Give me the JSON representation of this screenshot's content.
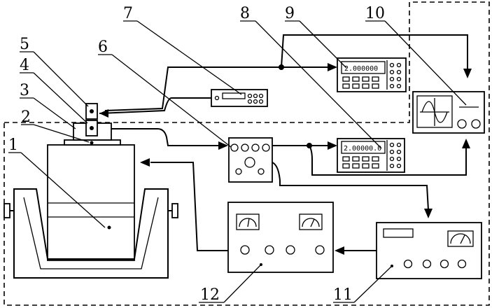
{
  "labels": {
    "l1": "1",
    "l2": "2",
    "l3": "3",
    "l4": "4",
    "l5": "5",
    "l6": "6",
    "l7": "7",
    "l8": "8",
    "l9": "9",
    "l10": "10",
    "l11": "11",
    "l12": "12"
  },
  "readouts": {
    "meter_9": "2.000000",
    "meter_8": "2.00000.0"
  },
  "icons": {
    "oscilloscope_trace": "sine-wave-icon",
    "analog_meter": "needle-gauge-icon"
  }
}
